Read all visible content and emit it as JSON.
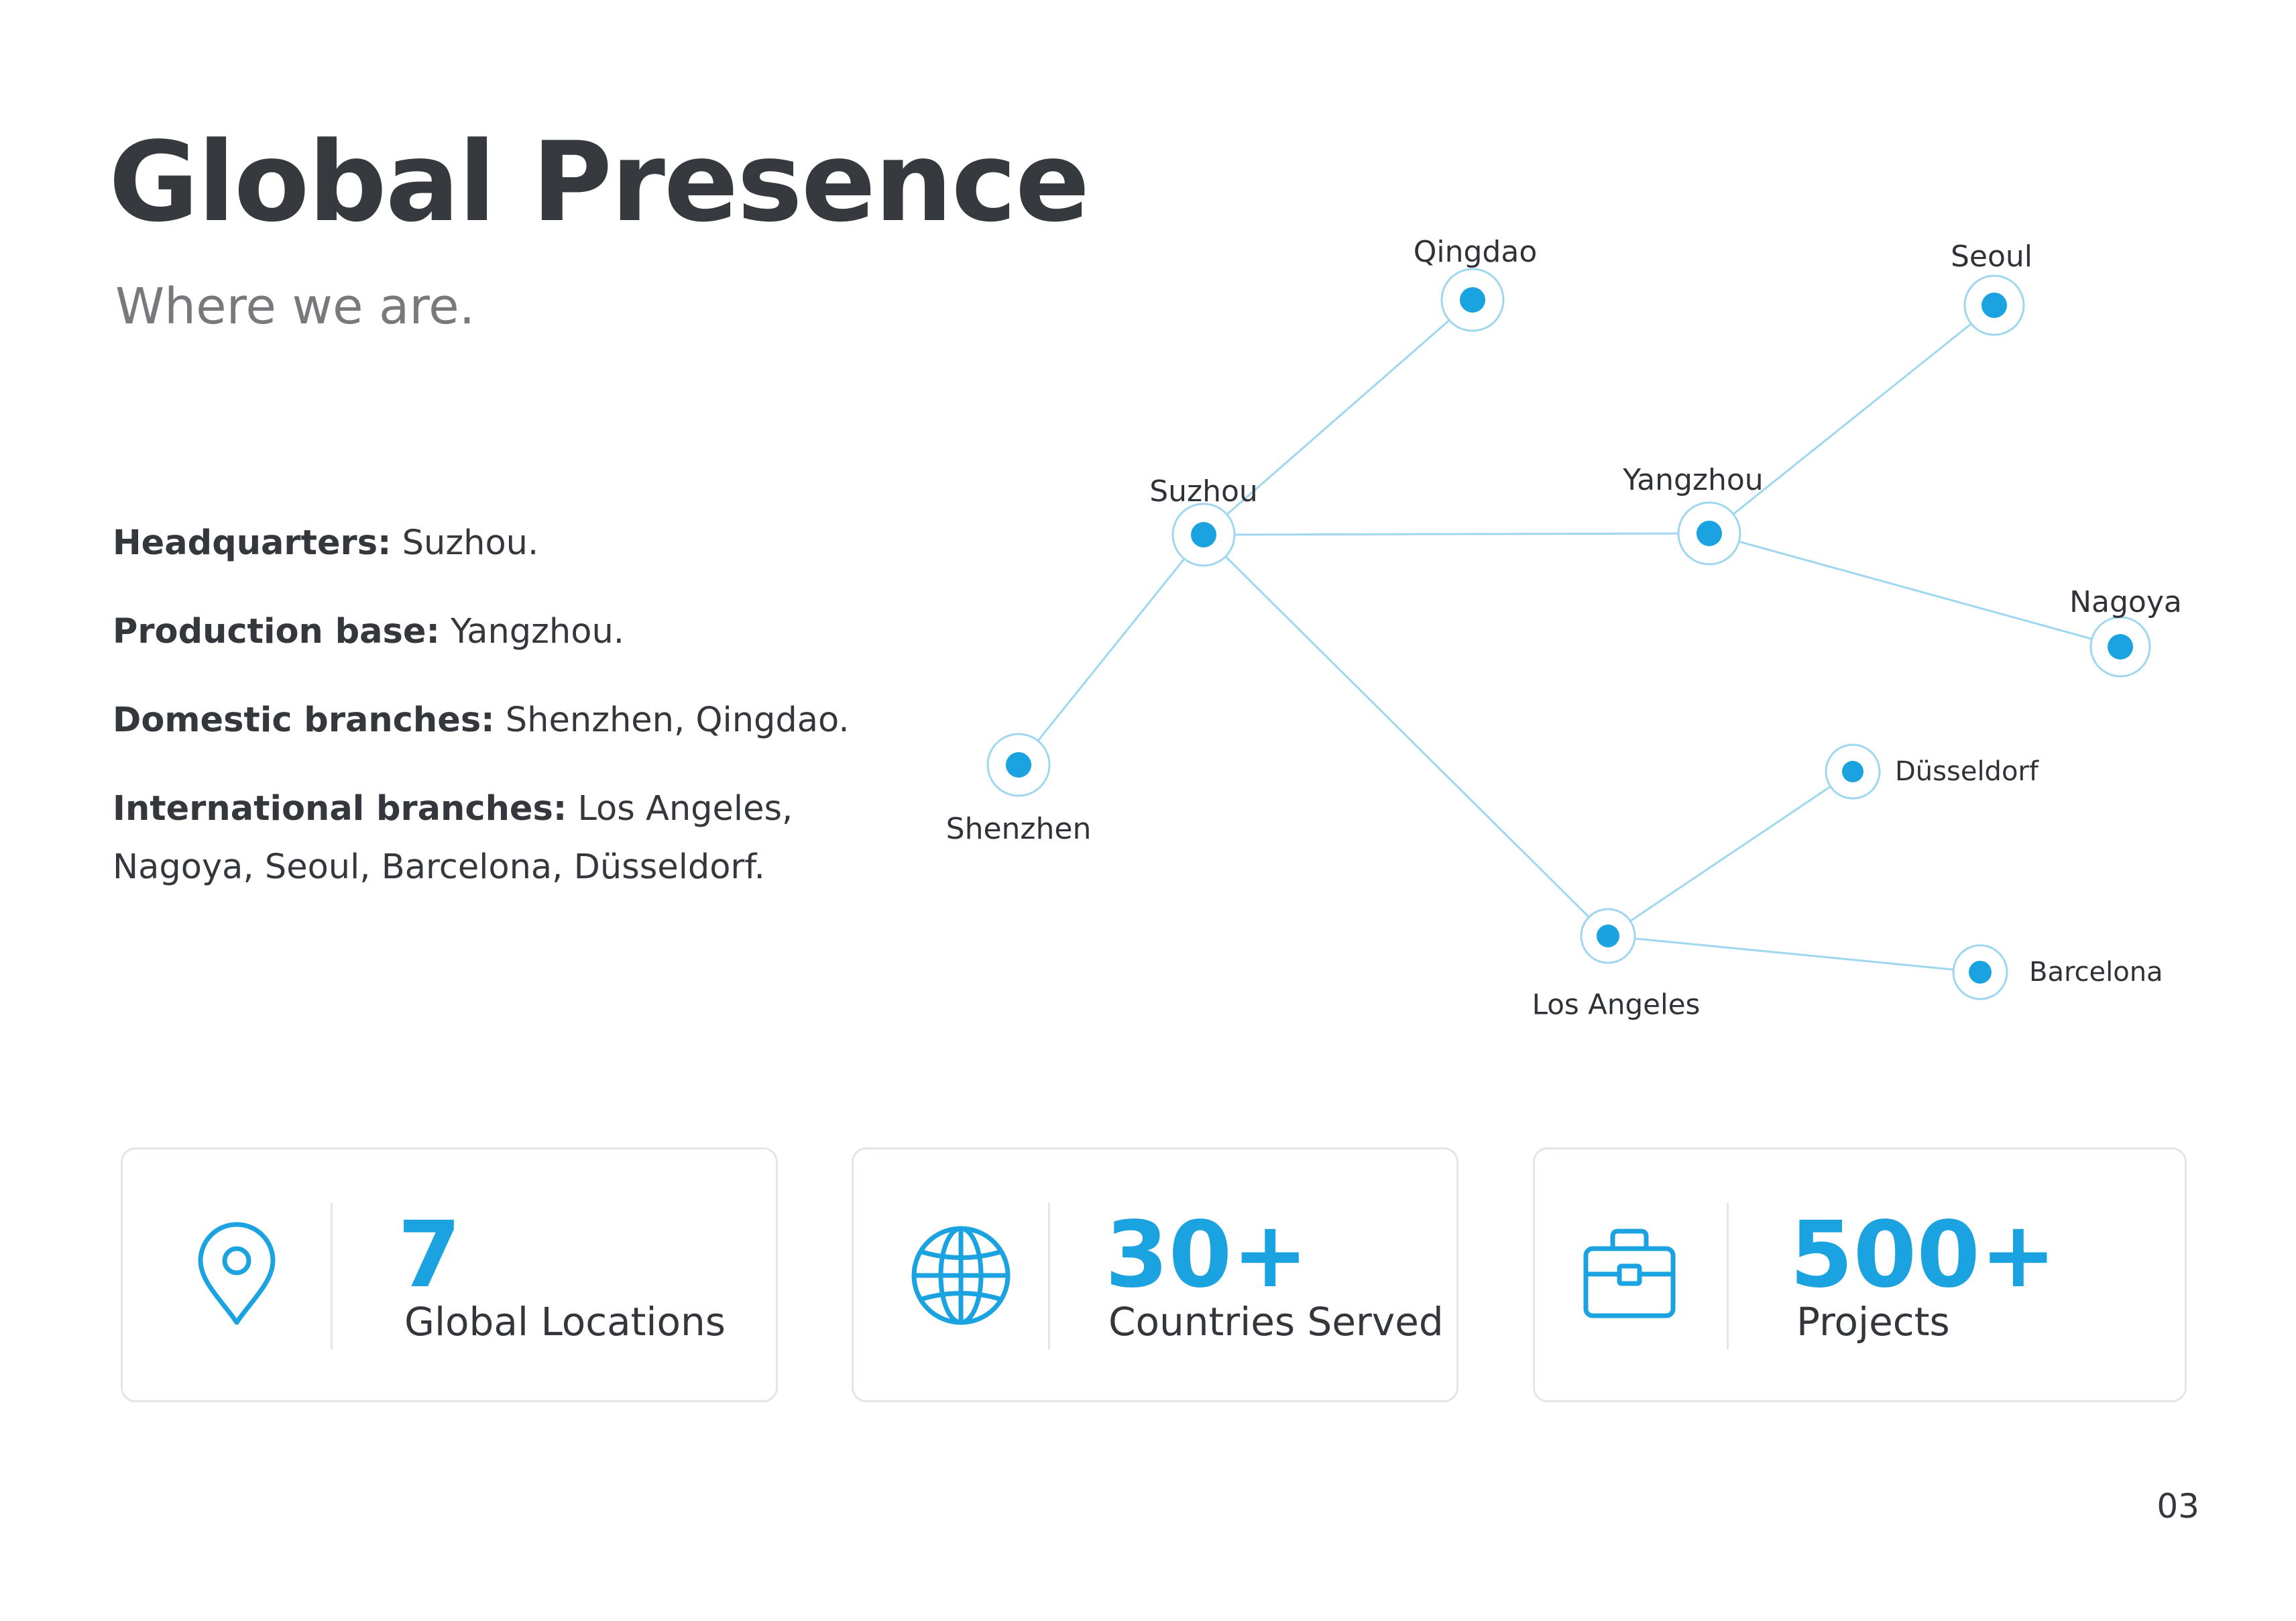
{
  "header": {
    "title": "Global Presence",
    "subtitle": "Where we are."
  },
  "info": {
    "headquarters_label": "Headquarters:",
    "headquarters_value": "Suzhou.",
    "production_label": "Production base:",
    "production_value": "Yangzhou.",
    "domestic_label": "Domestic branches:",
    "domestic_value": "Shenzhen, Qingdao.",
    "international_label": "International branches:",
    "international_value": "Los Angeles,",
    "international_value_cont": "Nagoya, Seoul, Barcelona, Düsseldorf."
  },
  "network": {
    "nodes": {
      "suzhou": "Suzhou",
      "qingdao": "Qingdao",
      "seoul": "Seoul",
      "yangzhou": "Yangzhou",
      "nagoya": "Nagoya",
      "shenzhen": "Shenzhen",
      "dusseldorf": "Düsseldorf",
      "losangeles": "Los Angeles",
      "barcelona": "Barcelona"
    },
    "edges": [
      [
        "suzhou",
        "qingdao"
      ],
      [
        "suzhou",
        "yangzhou"
      ],
      [
        "suzhou",
        "shenzhen"
      ],
      [
        "suzhou",
        "losangeles"
      ],
      [
        "yangzhou",
        "seoul"
      ],
      [
        "yangzhou",
        "nagoya"
      ],
      [
        "losangeles",
        "dusseldorf"
      ],
      [
        "losangeles",
        "barcelona"
      ]
    ]
  },
  "stats": [
    {
      "icon": "map-pin-icon",
      "value": "7",
      "label": "Global Locations"
    },
    {
      "icon": "globe-icon",
      "value": "30+",
      "label": "Countries Served"
    },
    {
      "icon": "briefcase-icon",
      "value": "500+",
      "label": "Projects"
    }
  ],
  "colors": {
    "accent": "#1aa3e0",
    "line": "#9fd7f0",
    "title": "#36393d"
  },
  "page_number": "03"
}
